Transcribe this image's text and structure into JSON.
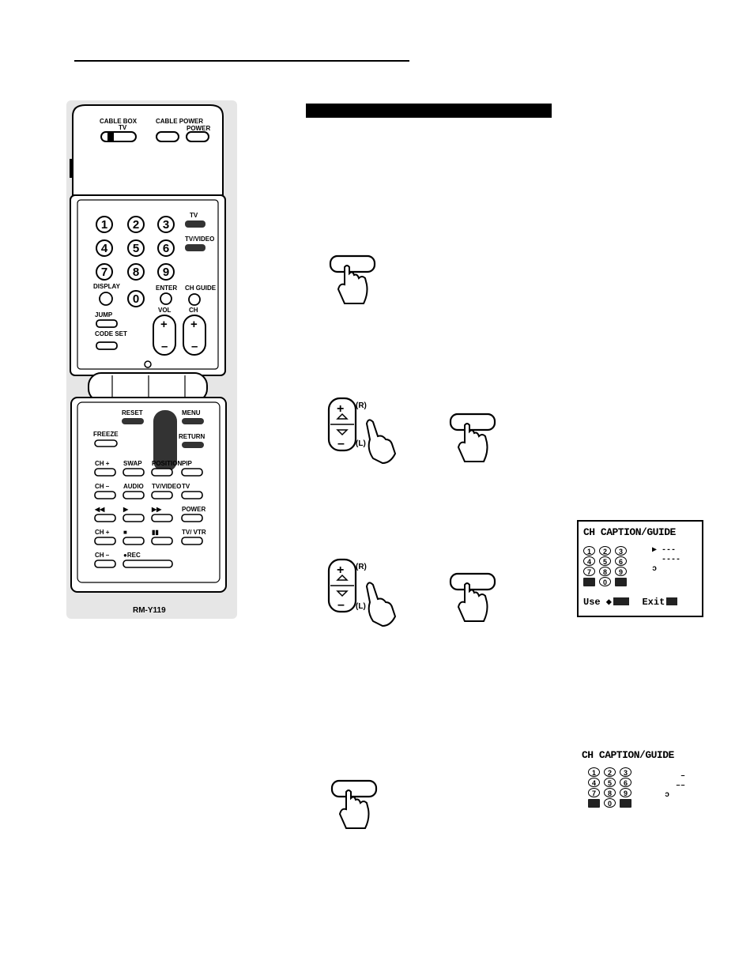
{
  "remote": {
    "model": "RM-Y119",
    "top_labels": {
      "cable_box": "CABLE BOX",
      "tv_small": "TV",
      "cable_power": "CABLE POWER",
      "power": "POWER"
    },
    "numbers": [
      "1",
      "2",
      "3",
      "4",
      "5",
      "6",
      "7",
      "8",
      "9",
      "0"
    ],
    "labels": {
      "tv": "TV",
      "tv_video": "TV/VIDEO",
      "display": "DISPLAY",
      "enter": "ENTER",
      "ch_guide": "CH GUIDE",
      "jump": "JUMP",
      "vol": "VOL",
      "ch": "CH",
      "code_set": "CODE SET",
      "reset": "RESET",
      "menu": "MENU",
      "freeze": "FREEZE",
      "return": "RETURN",
      "ch_plus": "CH +",
      "swap": "SWAP",
      "position": "POSITION",
      "pip": "PIP",
      "ch_minus": "CH –",
      "audio": "AUDIO",
      "tv_video_2": "TV/VIDEO",
      "tv_2": "TV",
      "rew": "◀◀",
      "play": "▶",
      "ff": "▶▶",
      "power_2": "POWER",
      "ch_plus_2": "CH +",
      "stop": "■",
      "pause": "▮▮",
      "tv_vtr": "TV/ VTR",
      "ch_minus_2": "CH –",
      "rec": "●REC"
    }
  },
  "steps": {
    "rocker_r": "(R)",
    "rocker_l": "(L)"
  },
  "osd1": {
    "title": "CH CAPTION/GUIDE",
    "keys": [
      "1",
      "2",
      "3",
      "4",
      "5",
      "6",
      "7",
      "8",
      "9",
      "",
      "0",
      ""
    ],
    "side": [
      "▶ ---",
      "----",
      "ↄ"
    ],
    "footer_use": "Use ◆",
    "footer_exit": "Exit"
  },
  "osd2": {
    "title": "CH CAPTION/GUIDE",
    "keys": [
      "1",
      "2",
      "3",
      "4",
      "5",
      "6",
      "7",
      "8",
      "9",
      "",
      "0",
      ""
    ],
    "side": [
      "–",
      "––",
      "ↄ"
    ]
  }
}
